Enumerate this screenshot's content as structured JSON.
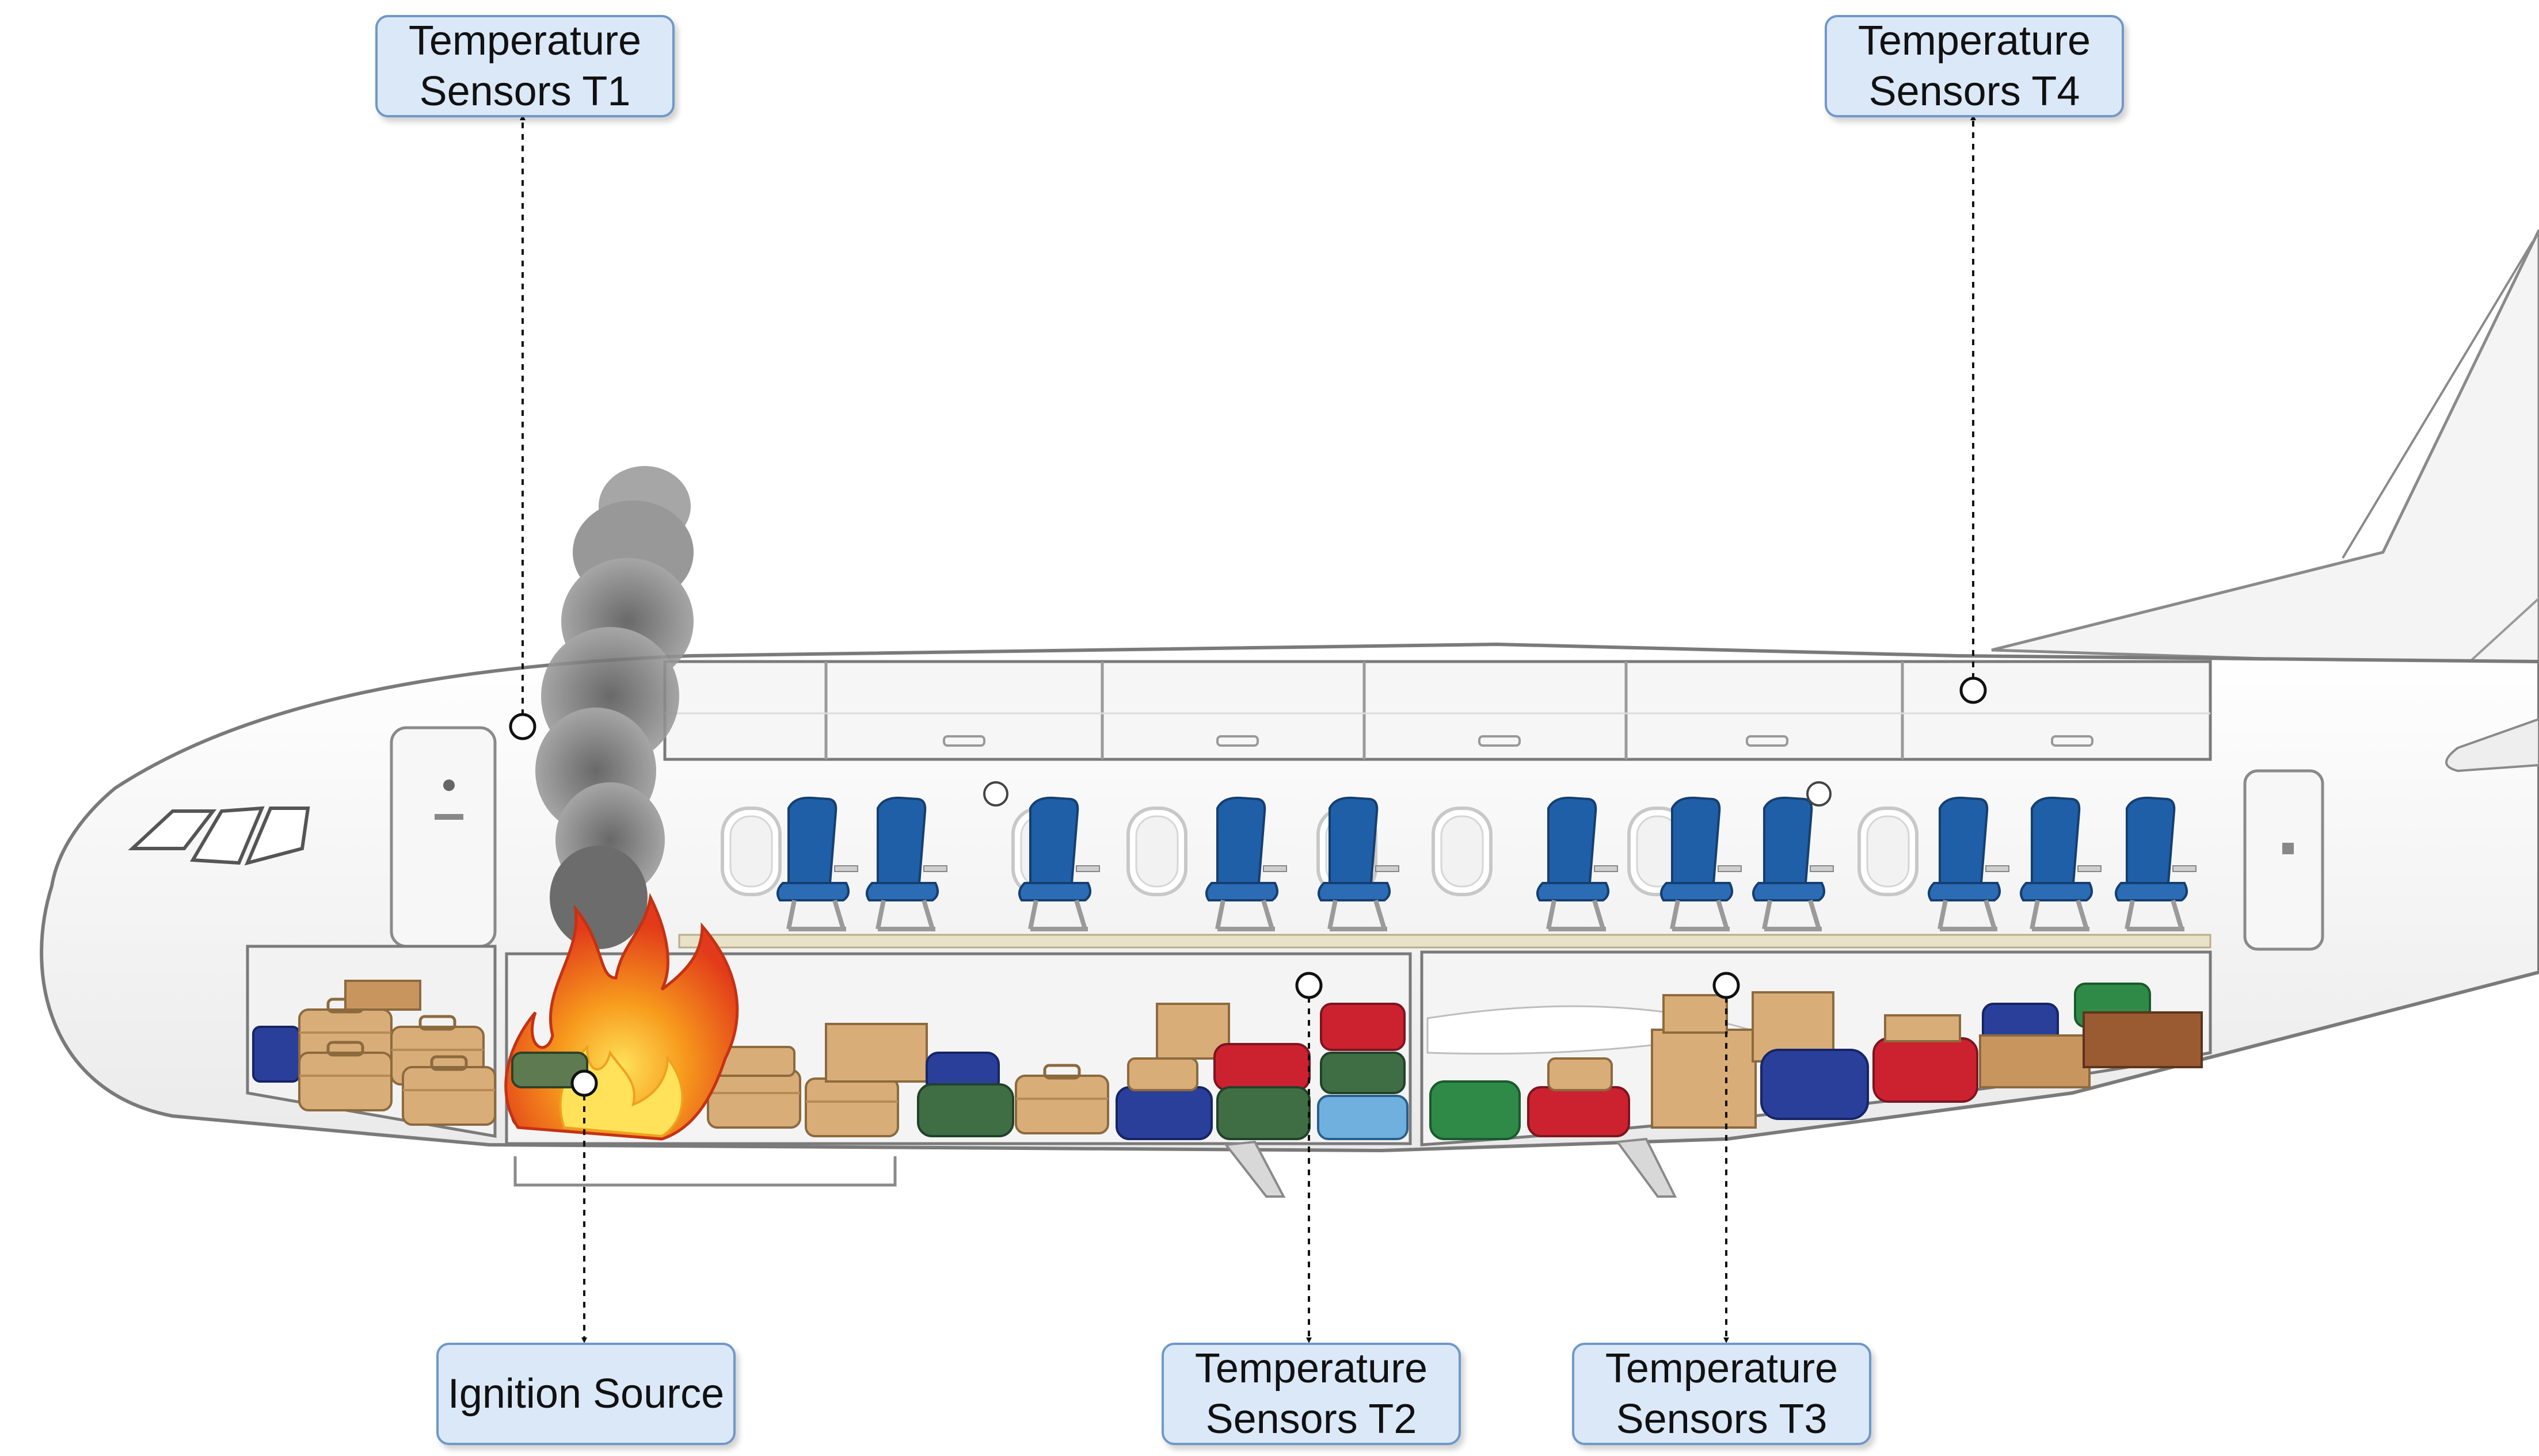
{
  "labels": {
    "t1": {
      "line1": "Temperature",
      "line2": "Sensors T1"
    },
    "t4": {
      "line1": "Temperature",
      "line2": "Sensors T4"
    },
    "t2": {
      "line1": "Temperature",
      "line2": "Sensors T2"
    },
    "t3": {
      "line1": "Temperature",
      "line2": "Sensors T3"
    },
    "ignition": {
      "line1": "Ignition Source"
    }
  },
  "colors": {
    "callout_fill": "#dbe8f8",
    "callout_border": "#6f98c8",
    "fuselage": "#f7f7f7",
    "outline": "#7a7a7a",
    "seat_blue": "#1f5fa8",
    "fire_orange": "#f27a12",
    "fire_red": "#e23a1a",
    "smoke_gray": "#5a5a5a",
    "cargo_floor": "#e9e2c8",
    "bag_tan": "#d9ad78",
    "bag_red": "#cc2230",
    "bag_green": "#3f6e45",
    "bag_navy": "#2a3f9a",
    "bag_lightblue": "#6fb0df",
    "bag_brown": "#9a5a32"
  },
  "icons": [
    "fire-icon",
    "smoke-icon",
    "seat-icon",
    "luggage-icon",
    "sensor-point-icon"
  ]
}
